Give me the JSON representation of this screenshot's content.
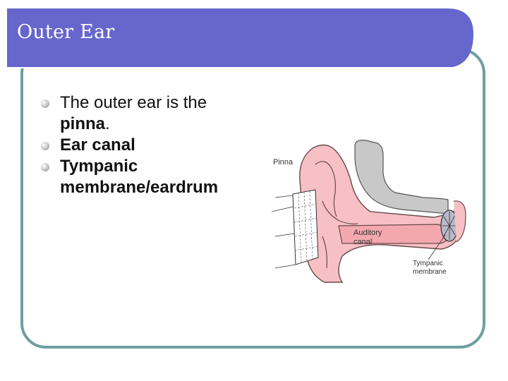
{
  "slide": {
    "title": "Outer Ear",
    "bullets": [
      {
        "text_regular": "The outer ear is the",
        "text_bold": "pinna",
        "text_tail": "."
      },
      {
        "text_bold": "Ear canal"
      },
      {
        "text_bold": "Tympanic membrane/eardrum"
      }
    ]
  },
  "diagram": {
    "labels": {
      "pinna": "Pinna",
      "auditory_line1": "Auditory",
      "auditory_line2": "canal",
      "tympanic_line1": "Tympanic",
      "tympanic_line2": "membrane"
    }
  },
  "colors": {
    "title_bar": "#6666cc",
    "frame_border": "#6f9ea0",
    "ear_fill": "#f6c0c4",
    "bone_fill": "#c8c8c8"
  }
}
